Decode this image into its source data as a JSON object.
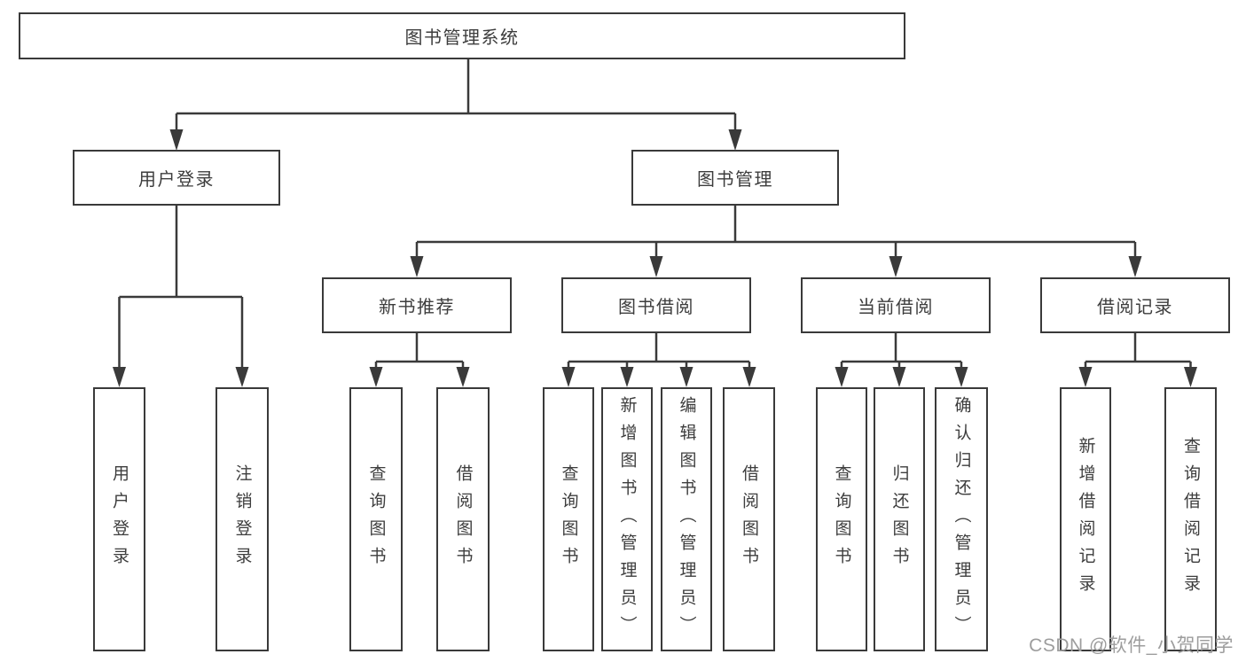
{
  "tree": {
    "root": {
      "label": "图书管理系统",
      "children": [
        {
          "label": "用户登录",
          "children": [
            {
              "label": "用户登录"
            },
            {
              "label": "注销登录"
            }
          ]
        },
        {
          "label": "图书管理",
          "children": [
            {
              "label": "新书推荐",
              "children": [
                {
                  "label": "查询图书"
                },
                {
                  "label": "借阅图书"
                }
              ]
            },
            {
              "label": "图书借阅",
              "children": [
                {
                  "label": "查询图书"
                },
                {
                  "label": "新增图书（管理员）"
                },
                {
                  "label": "编辑图书（管理员）"
                },
                {
                  "label": "借阅图书"
                }
              ]
            },
            {
              "label": "当前借阅",
              "children": [
                {
                  "label": "查询图书"
                },
                {
                  "label": "归还图书"
                },
                {
                  "label": "确认归还（管理员）"
                }
              ]
            },
            {
              "label": "借阅记录",
              "children": [
                {
                  "label": "新增借阅记录"
                },
                {
                  "label": "查询借阅记录"
                }
              ]
            }
          ]
        }
      ]
    }
  },
  "watermark": {
    "text": "CSDN @软件_小贺同学"
  },
  "colors": {
    "line": "#3a3a3a",
    "text": "#3d3d3d",
    "watermark": "#9d9d9d",
    "background": "#ffffff"
  }
}
